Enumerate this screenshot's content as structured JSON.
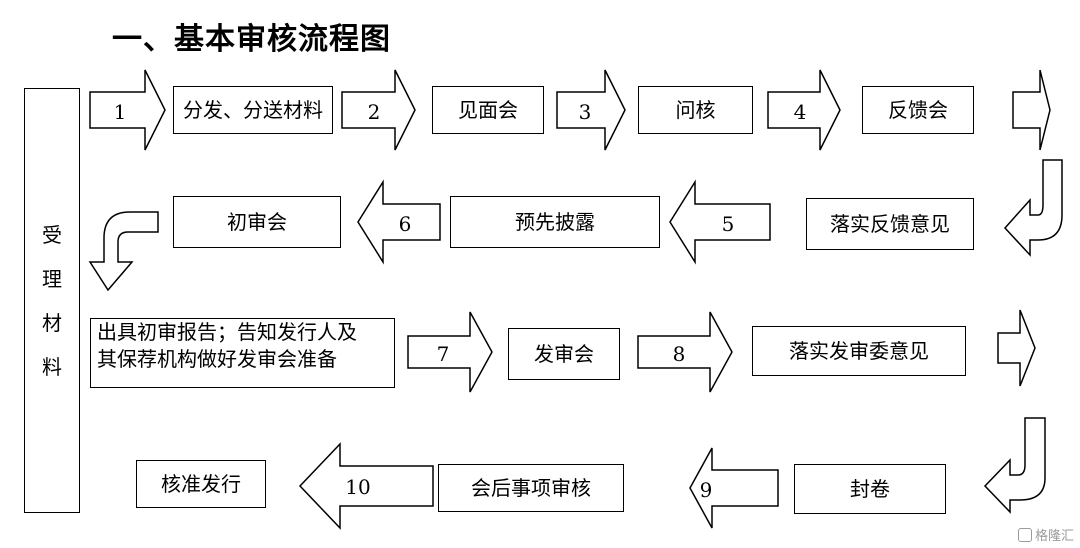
{
  "title": "一、基本审核流程图",
  "side_box": {
    "chars": [
      "受",
      "理",
      "材",
      "料"
    ]
  },
  "steps": {
    "fenfa": "分发、分送材料",
    "jianmian": "见面会",
    "wenhe": "问核",
    "fankui": "反馈会",
    "luoshi_fankui": "落实反馈意见",
    "yuxian": "预先披露",
    "chushen": "初审会",
    "chuju_line1": "出具初审报告；告知发行人及",
    "chuju_line2": "其保荐机构做好发审会准备",
    "fashen": "发审会",
    "luoshi_fashen": "落实发审委意见",
    "fengjuan": "封卷",
    "huihou": "会后事项审核",
    "hezhun": "核准发行"
  },
  "arrow_numbers": [
    "1",
    "2",
    "3",
    "4",
    "5",
    "6",
    "7",
    "8",
    "9",
    "10"
  ],
  "watermark": "格隆汇",
  "watermark_icon": "g-logo-icon"
}
